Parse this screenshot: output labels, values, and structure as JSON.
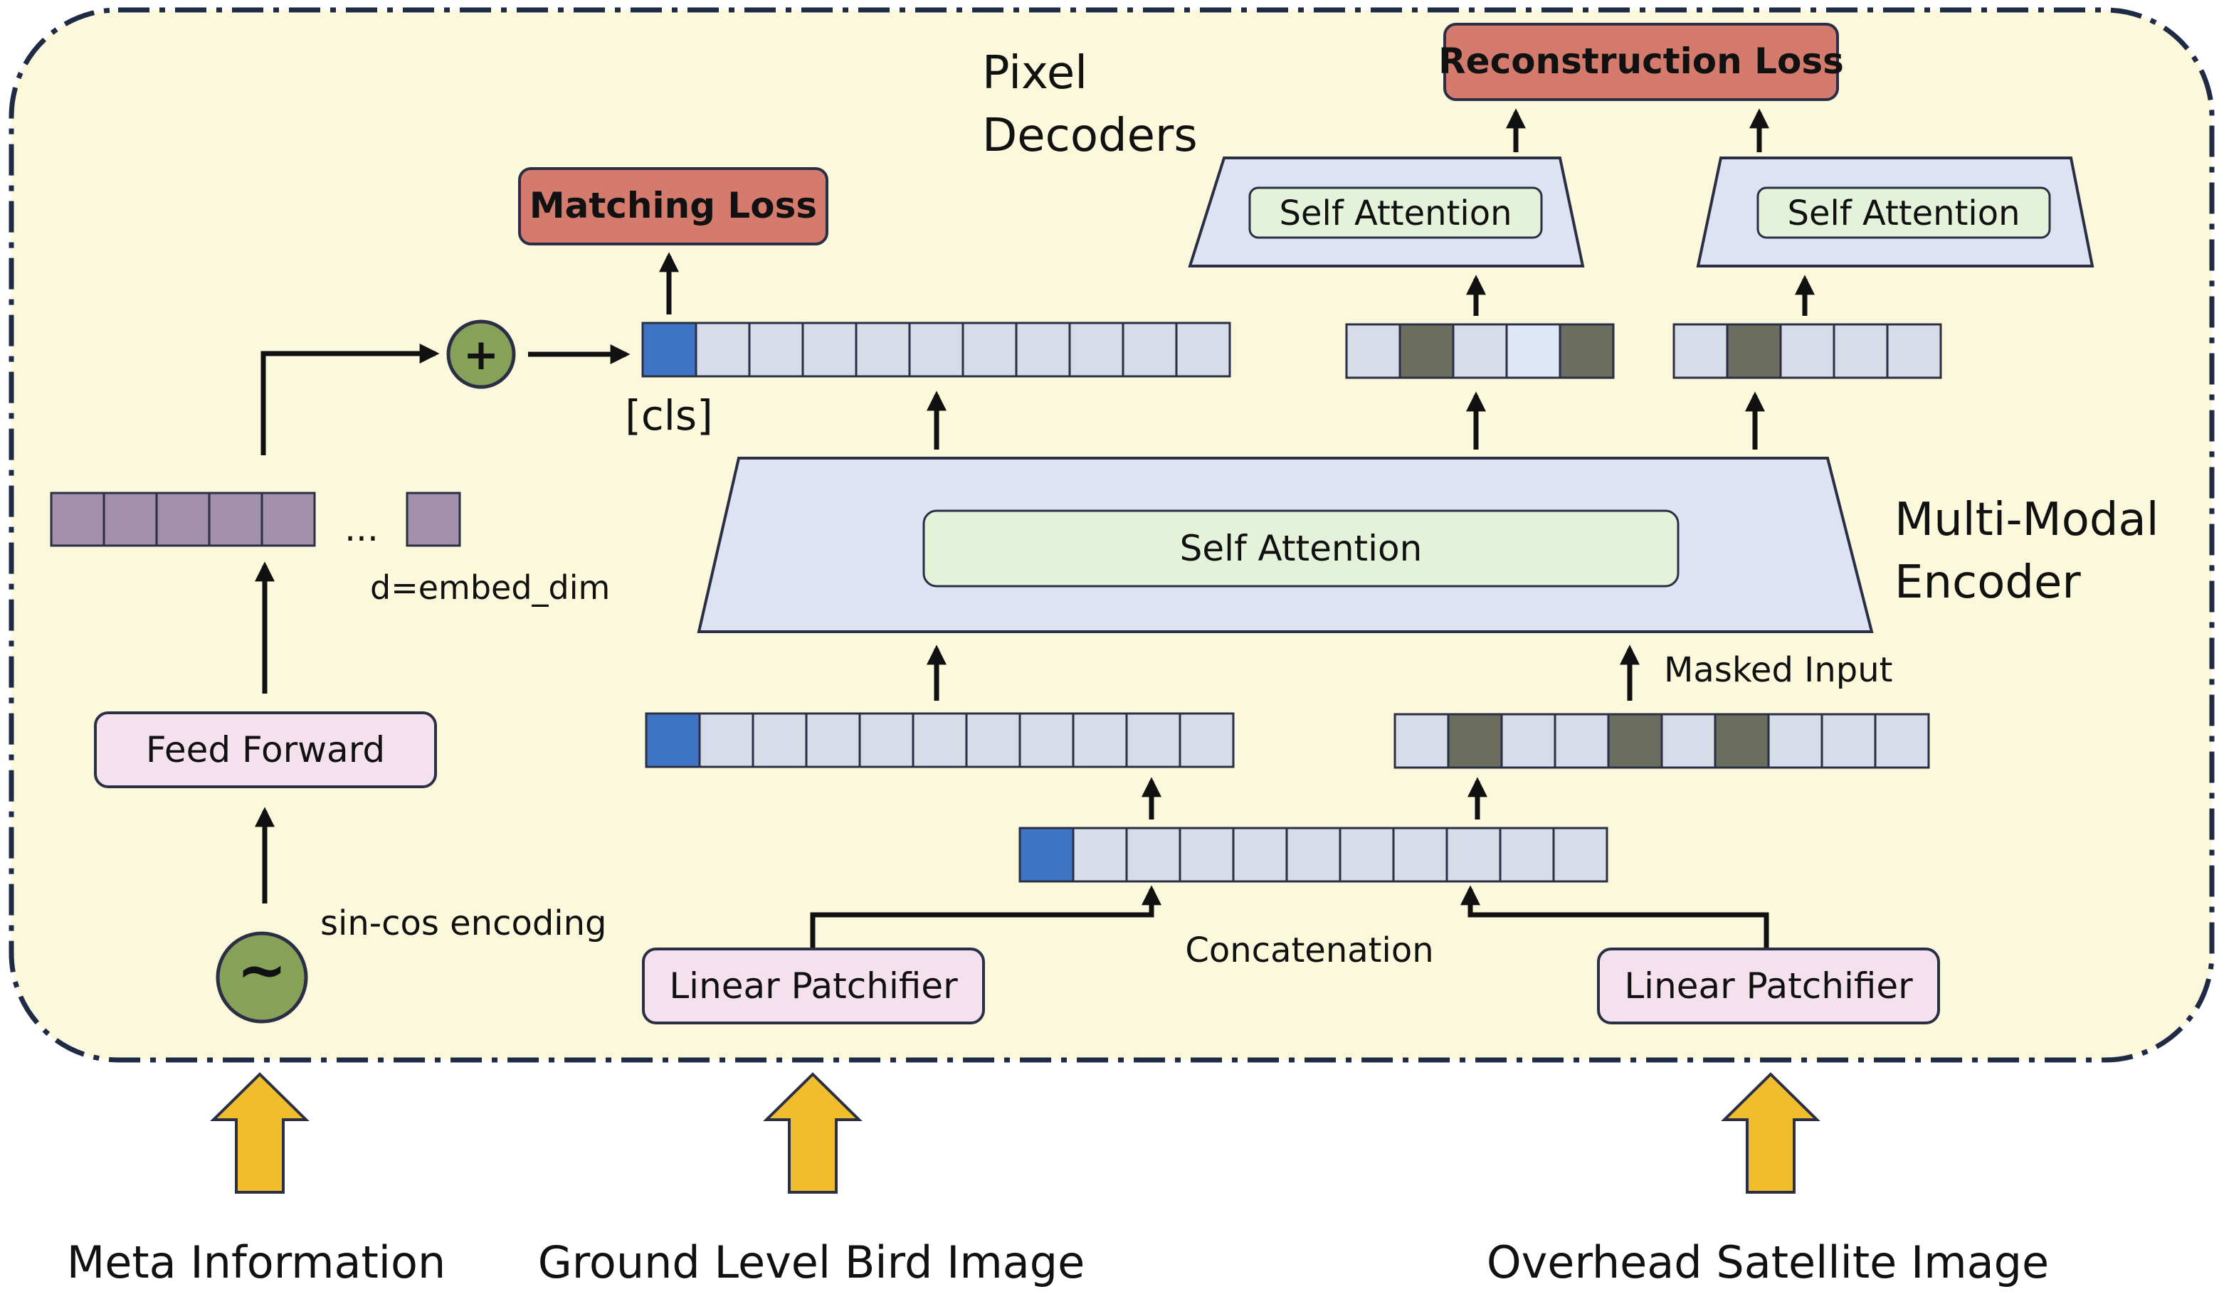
{
  "colors": {
    "panel_fill": "#fbf8dc",
    "panel_border": "#1f2a44",
    "loss_fill": "#d47b6e",
    "module_fill": "#f5e1ee",
    "encoder_fill": "#dde3f2",
    "attention_fill": "#e5f2da",
    "token_fill": "#d6dce8",
    "token_cls": "#3f74c4",
    "token_masked": "#6b6d5e",
    "token_light": "#dfe6f7",
    "embed_fill": "#a28fab",
    "operator_fill": "#86a259",
    "input_arrow_fill": "#f0bd2c",
    "stroke": "#2a2f45"
  },
  "labels": {
    "matching_loss": "Matching Loss",
    "reconstruction_loss": "Reconstruction Loss",
    "pixel_decoders_line1": "Pixel",
    "pixel_decoders_line2": "Decoders",
    "multimodal_line1": "Multi-Modal",
    "multimodal_line2": "Encoder",
    "self_attention": "Self Attention",
    "cls": "[cls]",
    "ellipsis": "...",
    "embed_dim": "d=embed_dim",
    "feed_forward": "Feed Forward",
    "sincos": "sin-cos encoding",
    "plus": "+",
    "tilde": "~",
    "masked_input": "Masked Input",
    "concatenation": "Concatenation",
    "linear_patchifier": "Linear Patchifier"
  },
  "inputs": {
    "meta": "Meta Information",
    "ground": "Ground Level Bird Image",
    "satellite": "Overhead Satellite Image"
  },
  "icons": {
    "input_arrow": "thick-up-arrow-icon",
    "plus_operator": "plus-circle-icon",
    "sincos_operator": "tilde-circle-icon"
  }
}
